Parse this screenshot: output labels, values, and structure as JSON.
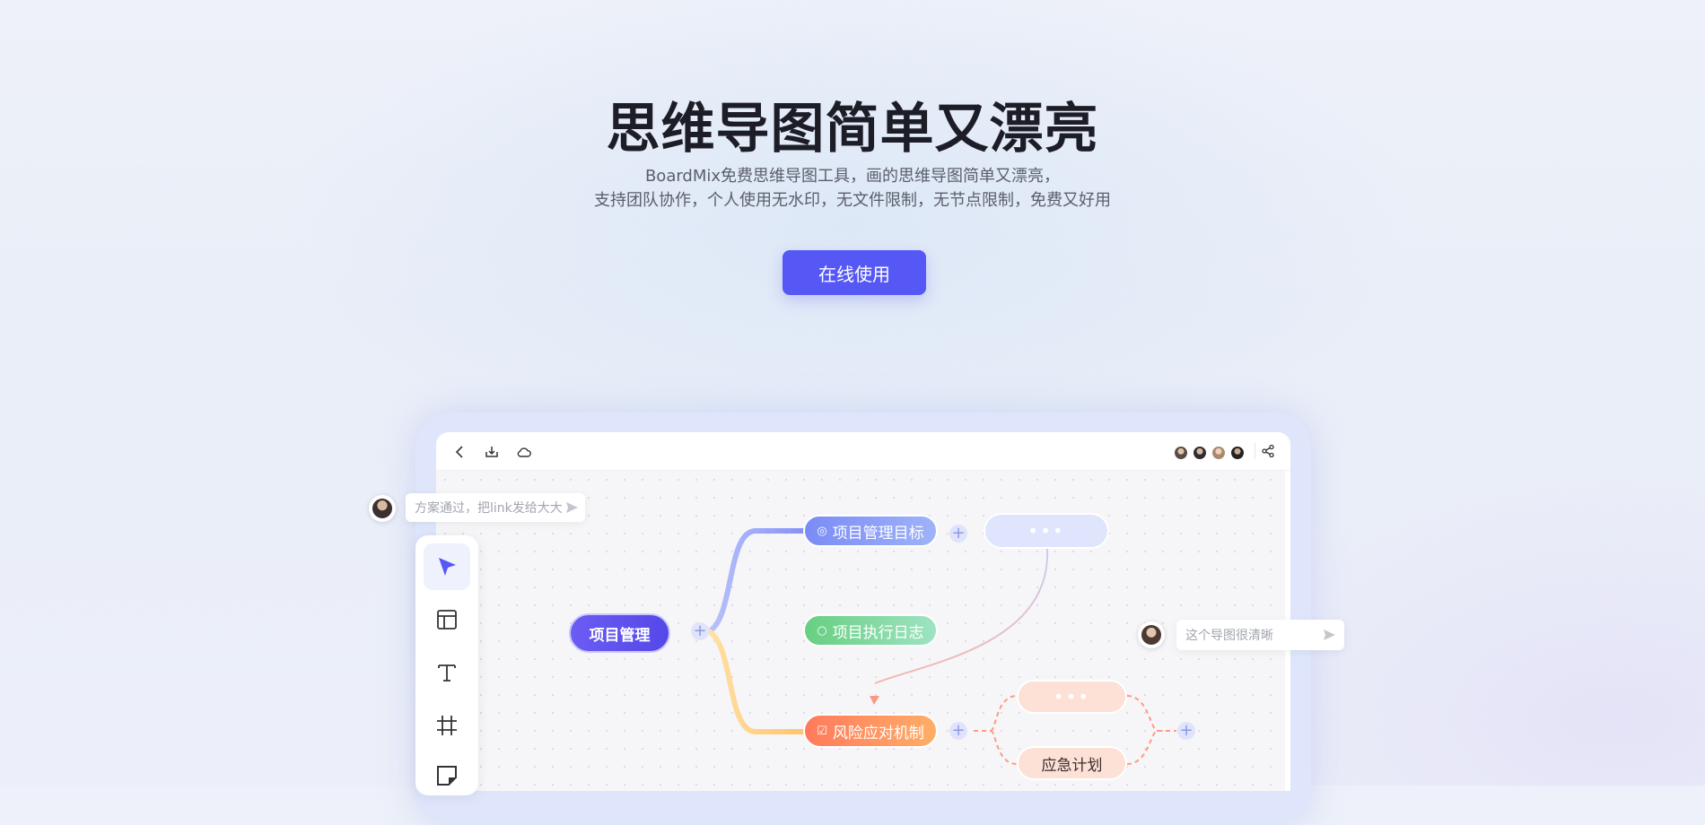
{
  "hero": {
    "title": "思维导图简单又漂亮",
    "subtitle_line1": "BoardMix免费思维导图工具，画的思维导图简单又漂亮，",
    "subtitle_line2": "支持团队协作，个人使用无水印，无文件限制，无节点限制，免费又好用",
    "cta_label": "在线使用"
  },
  "topbar": {
    "icons": [
      "back-icon",
      "download-icon",
      "cloud-icon",
      "share-icon"
    ],
    "collaborator_count": 4
  },
  "toolbar": {
    "tools": [
      "select-cursor-icon",
      "template-icon",
      "text-icon",
      "frame-icon",
      "sticky-note-icon"
    ]
  },
  "mindmap": {
    "root": "项目管理",
    "branch_goal": "项目管理目标",
    "branch_log": "项目执行日志",
    "branch_risk": "风险应对机制",
    "placeholder_top": "•••",
    "placeholder_risk": "•••",
    "risk_child": "应急计划"
  },
  "comments": {
    "left": "方案通过，把link发给大大",
    "right": "这个导图很清晰"
  },
  "colors": {
    "accent": "#5558f5",
    "root": "#5b52ee",
    "goal": "#7f90f3",
    "log": "#67cf8a",
    "risk": "#ff7b5c"
  }
}
